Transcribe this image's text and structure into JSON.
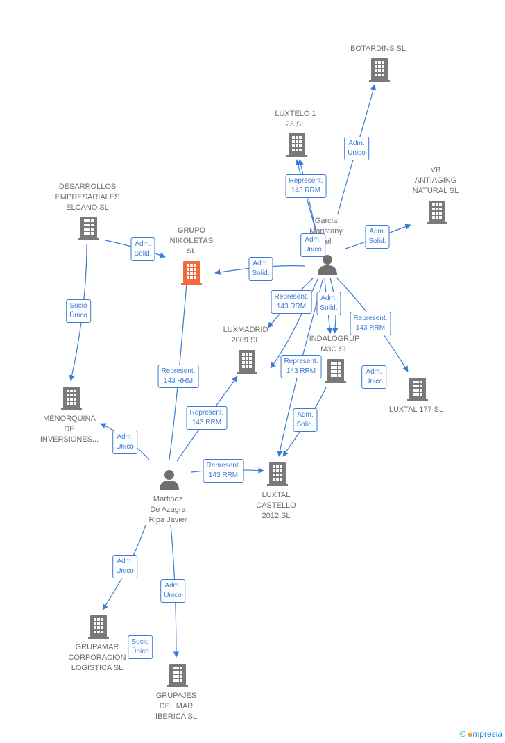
{
  "nodes": {
    "botardins": "BOTARDINS  SL",
    "luxtelo": "LUXTELO 1\n23 SL",
    "vb": "VB\nANTIAGING\nNATURAL  SL",
    "desarrollos": "DESARROLLOS\nEMPRESARIALES\nELCANO  SL",
    "nikoletas": "GRUPO\nNIKOLETAS\nSL",
    "garcia": "Garcia\nMaristany\nuel",
    "luxmadrid": "LUXMADRID\n2009 SL",
    "indalogrup": "INDALOGRUP\nM3C SL",
    "menorquina": "MENORQUINA\nDE\nINVERSIONES...",
    "luxtal177": "LUXTAL 177 SL",
    "luxtalcastello": "LUXTAL\nCASTELLO\n2012 SL",
    "martinez": "Martinez\nDe Azagra\nRipa Javier",
    "grupamar": "GRUPAMAR\nCORPORACION\nLOGISTICA  SL",
    "grupajes": "GRUPAJES\nDEL MAR\nIBERICA SL"
  },
  "edge_labels": {
    "adm_unico": "Adm.\nUnico",
    "adm_solid": "Adm.\nSolid.",
    "represent": "Represent.\n143 RRM",
    "socio_unico": "Socio\nÚnico"
  },
  "brand": {
    "copyright": "©",
    "e": "e",
    "rest": "mpresia"
  },
  "colors": {
    "edge": "#3a7bd5",
    "company": "#7a7a7a",
    "focus": "#f06a3c",
    "person": "#6f6f6f"
  }
}
